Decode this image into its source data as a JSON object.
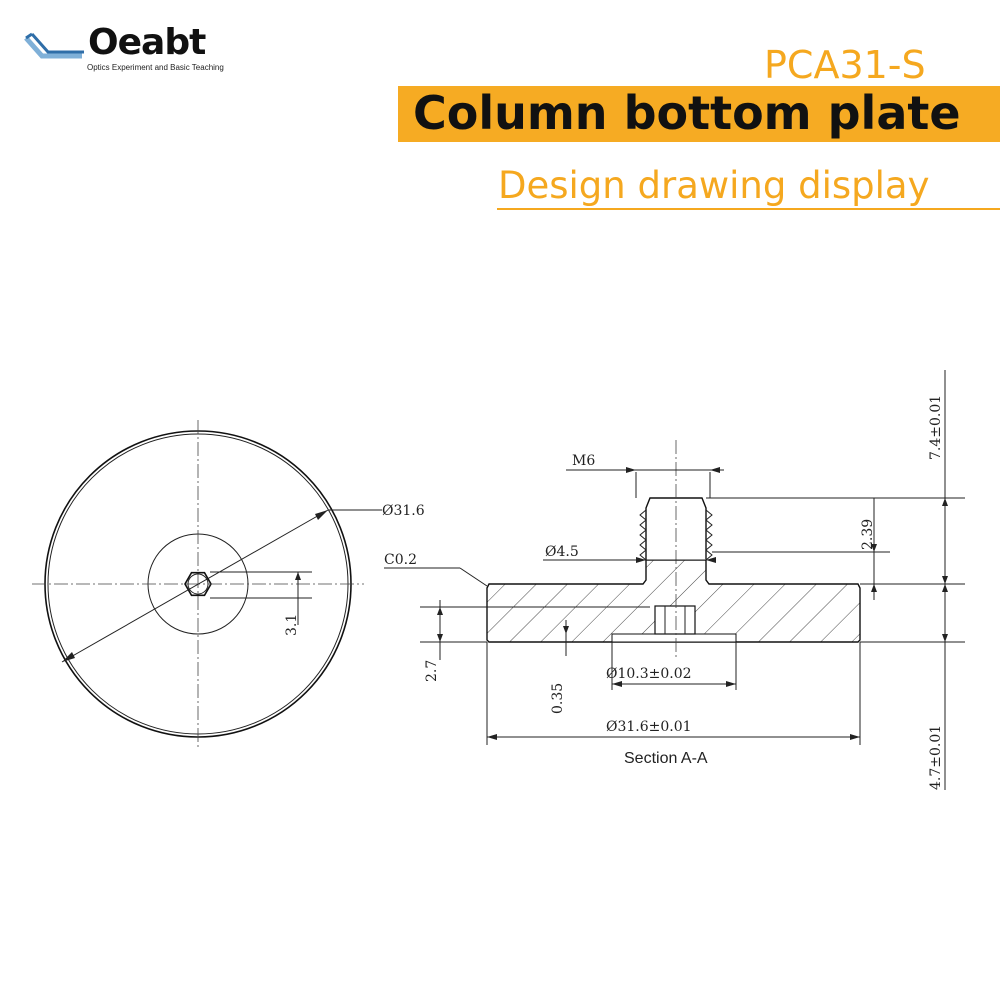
{
  "header": {
    "brand": "Oeabt",
    "tagline": "Optics Experiment and Basic Teaching",
    "model": "PCA31-S",
    "title": "Column bottom plate",
    "subtitle": "Design drawing display"
  },
  "colors": {
    "accent": "#f6ab23",
    "line": "#222222",
    "background": "#ffffff"
  },
  "drawing": {
    "top_view": {
      "diameter_label": "Ø31.6",
      "depth_label": "3.1"
    },
    "section": {
      "thread_label": "M6",
      "chamfer_label": "C0.2",
      "neck_label": "Ø4.5",
      "thread_length_label": "2.39",
      "plate_thickness_label": "2.7",
      "recess_depth_label": "0.35",
      "recess_diameter_label": "Ø10.3±0.02",
      "outer_diameter_label": "Ø31.6±0.01",
      "caption": "Section A-A",
      "upper_height_label": "7.4±0.01",
      "lower_height_label": "4.7±0.01"
    }
  }
}
